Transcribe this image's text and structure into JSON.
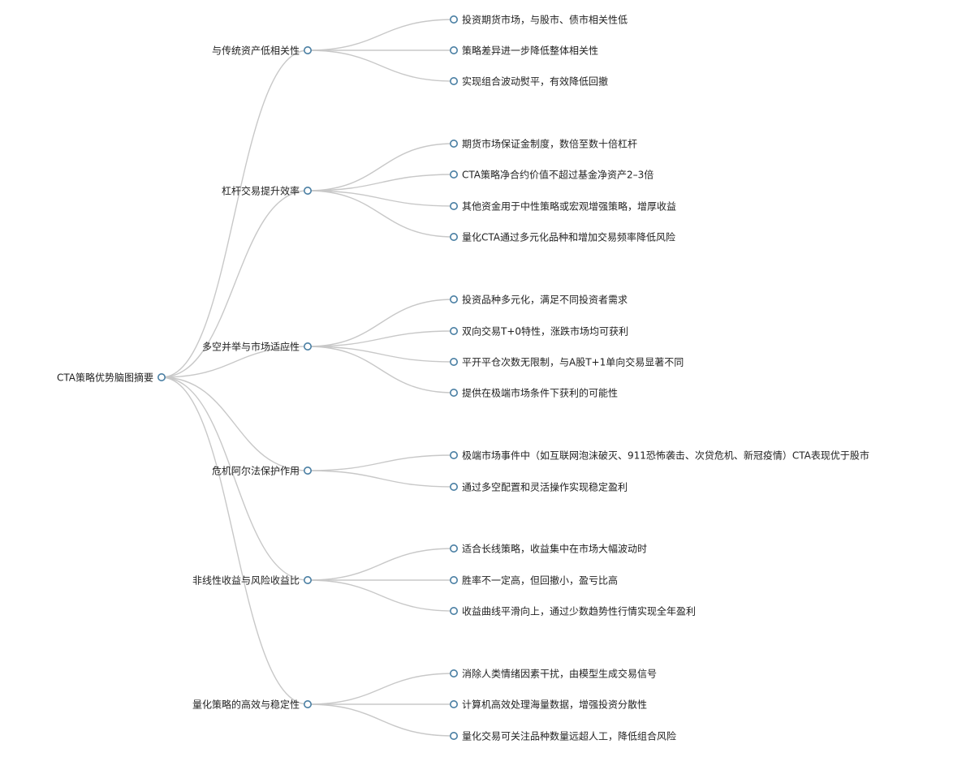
{
  "mindmap": {
    "root": {
      "label": "CTA策略优势脑图摘要",
      "children": [
        {
          "label": "与传统资产低相关性",
          "children": [
            "投资期货市场，与股市、债市相关性低",
            "策略差异进一步降低整体相关性",
            "实现组合波动熨平，有效降低回撤"
          ]
        },
        {
          "label": "杠杆交易提升效率",
          "children": [
            "期货市场保证金制度，数倍至数十倍杠杆",
            "CTA策略净合约价值不超过基金净资产2–3倍",
            "其他资金用于中性策略或宏观增强策略，增厚收益",
            "量化CTA通过多元化品种和增加交易频率降低风险"
          ]
        },
        {
          "label": "多空并举与市场适应性",
          "children": [
            "投资品种多元化，满足不同投资者需求",
            "双向交易T+0特性，涨跌市场均可获利",
            "平开平仓次数无限制，与A股T+1单向交易显著不同",
            "提供在极端市场条件下获利的可能性"
          ]
        },
        {
          "label": "危机阿尔法保护作用",
          "children": [
            "极端市场事件中（如互联网泡沫破灭、911恐怖袭击、次贷危机、新冠疫情）CTA表现优于股市",
            "通过多空配置和灵活操作实现稳定盈利"
          ]
        },
        {
          "label": "非线性收益与风险收益比",
          "children": [
            "适合长线策略，收益集中在市场大幅波动时",
            "胜率不一定高，但回撤小，盈亏比高",
            "收益曲线平滑向上，通过少数趋势性行情实现全年盈利"
          ]
        },
        {
          "label": "量化策略的高效与稳定性",
          "children": [
            "消除人类情绪因素干扰，由模型生成交易信号",
            "计算机高效处理海量数据，增强投资分散性",
            "量化交易可关注品种数量远超人工，降低组合风险"
          ]
        }
      ]
    }
  }
}
